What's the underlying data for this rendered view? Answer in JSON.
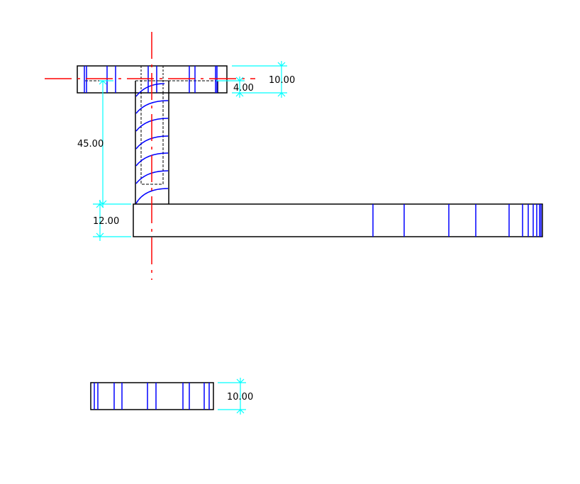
{
  "drawing": {
    "background": "#ffffff",
    "colors": {
      "outline": "#000000",
      "hidden": "#000000",
      "centerline": "#ff0000",
      "dimension": "#00ffff",
      "hatch": "#0000ff"
    },
    "dimensions": {
      "flange_thickness": "10.00",
      "flange_step": "4.00",
      "stem_height": "45.00",
      "base_thickness": "12.00",
      "detail_thickness": "10.00"
    },
    "views": [
      {
        "name": "front-view",
        "description": "T-shaped part with flange, stem and long base bar"
      },
      {
        "name": "detail-view",
        "description": "Small flange detail"
      }
    ]
  }
}
